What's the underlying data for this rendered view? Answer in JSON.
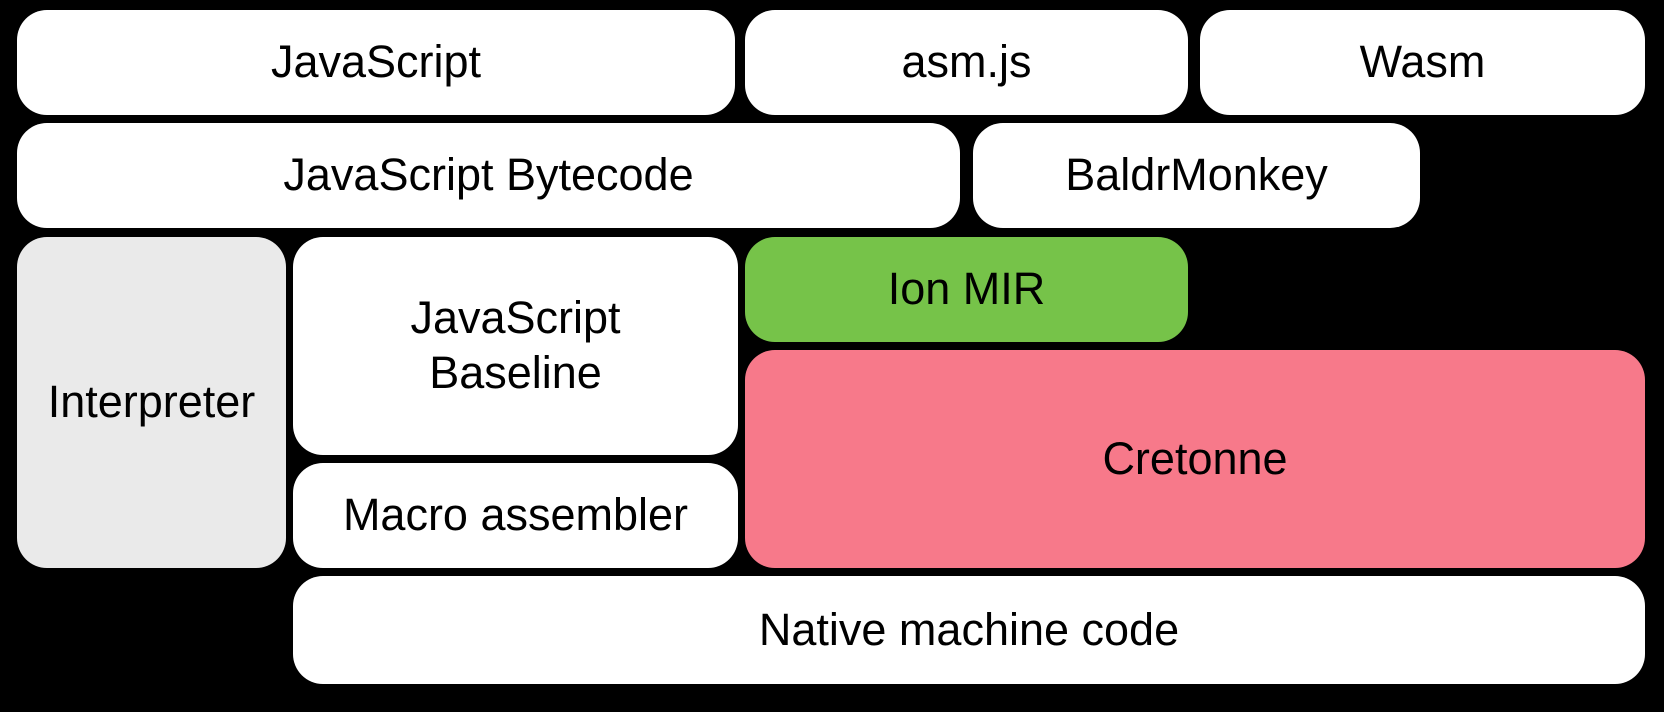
{
  "diagram": {
    "background_color": "#000000",
    "text_color": "#000000",
    "colors": {
      "default_box": "#ffffff",
      "interpreter_box": "#eaeaea",
      "ion_mir_box": "#76c349",
      "cretonne_box": "#f7798a"
    },
    "nodes": {
      "javascript": {
        "label": "JavaScript",
        "color": "#ffffff"
      },
      "asmjs": {
        "label": "asm.js",
        "color": "#ffffff"
      },
      "wasm": {
        "label": "Wasm",
        "color": "#ffffff"
      },
      "js_bytecode": {
        "label": "JavaScript Bytecode",
        "color": "#ffffff"
      },
      "baldrmonkey": {
        "label": "BaldrMonkey",
        "color": "#ffffff"
      },
      "interpreter": {
        "label": "Interpreter",
        "color": "#eaeaea"
      },
      "js_baseline": {
        "label": "JavaScript\nBaseline",
        "color": "#ffffff"
      },
      "ion_mir": {
        "label": "Ion MIR",
        "color": "#76c349"
      },
      "cretonne": {
        "label": "Cretonne",
        "color": "#f7798a"
      },
      "macro_assembler": {
        "label": "Macro assembler",
        "color": "#ffffff"
      },
      "native_machine_code": {
        "label": "Native machine code",
        "color": "#ffffff"
      }
    }
  }
}
